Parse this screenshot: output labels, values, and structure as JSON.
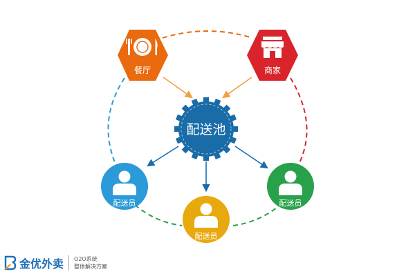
{
  "diagram": {
    "center": {
      "label": "配送池",
      "color": "#1a6ca8"
    },
    "sources": [
      {
        "label": "餐厅",
        "color": "#ea6a10",
        "icon": "plate-cutlery-icon"
      },
      {
        "label": "商家",
        "color": "#d9242b",
        "icon": "storefront-icon"
      }
    ],
    "couriers": [
      {
        "label": "配送员",
        "color": "#2a9ad8",
        "icon": "person-icon"
      },
      {
        "label": "配送员",
        "color": "#e8a90e",
        "icon": "person-icon"
      },
      {
        "label": "配送员",
        "color": "#28a14a",
        "icon": "person-icon"
      }
    ],
    "colors": {
      "ring_blue": "#2a9ad8",
      "ring_orange": "#ea6a10",
      "ring_red": "#d9242b",
      "ring_green": "#28a14a",
      "arrow_in": "#f0a043",
      "arrow_out": "#1a6ca8"
    }
  },
  "footer": {
    "brand": "金优外卖",
    "line1": "O2O系统",
    "line2": "整体解决方案",
    "brand_color": "#1d6fb8"
  }
}
